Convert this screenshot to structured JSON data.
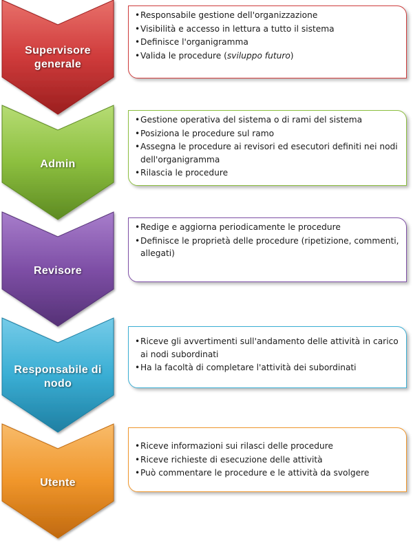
{
  "rows": [
    {
      "role": [
        "Supervisore",
        "generale"
      ],
      "color": "#cf3b3b",
      "color_light": "#e8706a",
      "color_dark": "#9b1f1f",
      "items": [
        [
          "Responsabile gestione dell'organizzazione",
          ""
        ],
        [
          "Visibilità e accesso in lettura a tutto il sistema",
          ""
        ],
        [
          "Definisce l'organigramma",
          ""
        ],
        [
          "Valida le procedure (",
          "sviluppo futuro",
          ")"
        ]
      ]
    },
    {
      "role": [
        "Admin"
      ],
      "color": "#8cbf3f",
      "color_light": "#b6dc74",
      "color_dark": "#5d8a22",
      "items": [
        [
          "Gestione operativa del sistema  o di  rami del sistema",
          ""
        ],
        [
          "Posiziona le procedure sul ramo",
          ""
        ],
        [
          "Assegna le procedure ai revisori ed esecutori definiti nei nodi dell'organigramma",
          ""
        ],
        [
          "Rilascia le procedure",
          ""
        ]
      ]
    },
    {
      "role": [
        "Revisore"
      ],
      "color": "#7e4fa6",
      "color_light": "#a77dcb",
      "color_dark": "#553176",
      "items": [
        [
          "Redige  e aggiorna periodicamente le procedure",
          ""
        ],
        [
          "Definisce le proprietà delle procedure (ripetizione, commenti, allegati)",
          ""
        ]
      ]
    },
    {
      "role": [
        "Responsabile di",
        "nodo"
      ],
      "color": "#3aaed4",
      "color_light": "#75cbe8",
      "color_dark": "#1f7fa2",
      "items": [
        [
          "Riceve gli avvertimenti sull'andamento delle  attività in carico ai nodi subordinati",
          ""
        ],
        [
          "Ha la facoltà di completare l'attività dei subordinati",
          ""
        ]
      ]
    },
    {
      "role": [
        "Utente"
      ],
      "color": "#f0962b",
      "color_light": "#f8bb6a",
      "color_dark": "#c0690f",
      "items": [
        [
          "Riceve informazioni sui rilasci delle procedure",
          ""
        ],
        [
          "Riceve richieste di esecuzione delle attività",
          ""
        ],
        [
          "Può commentare le procedure e le attività da svolgere",
          ""
        ]
      ]
    }
  ],
  "bullet": "•"
}
